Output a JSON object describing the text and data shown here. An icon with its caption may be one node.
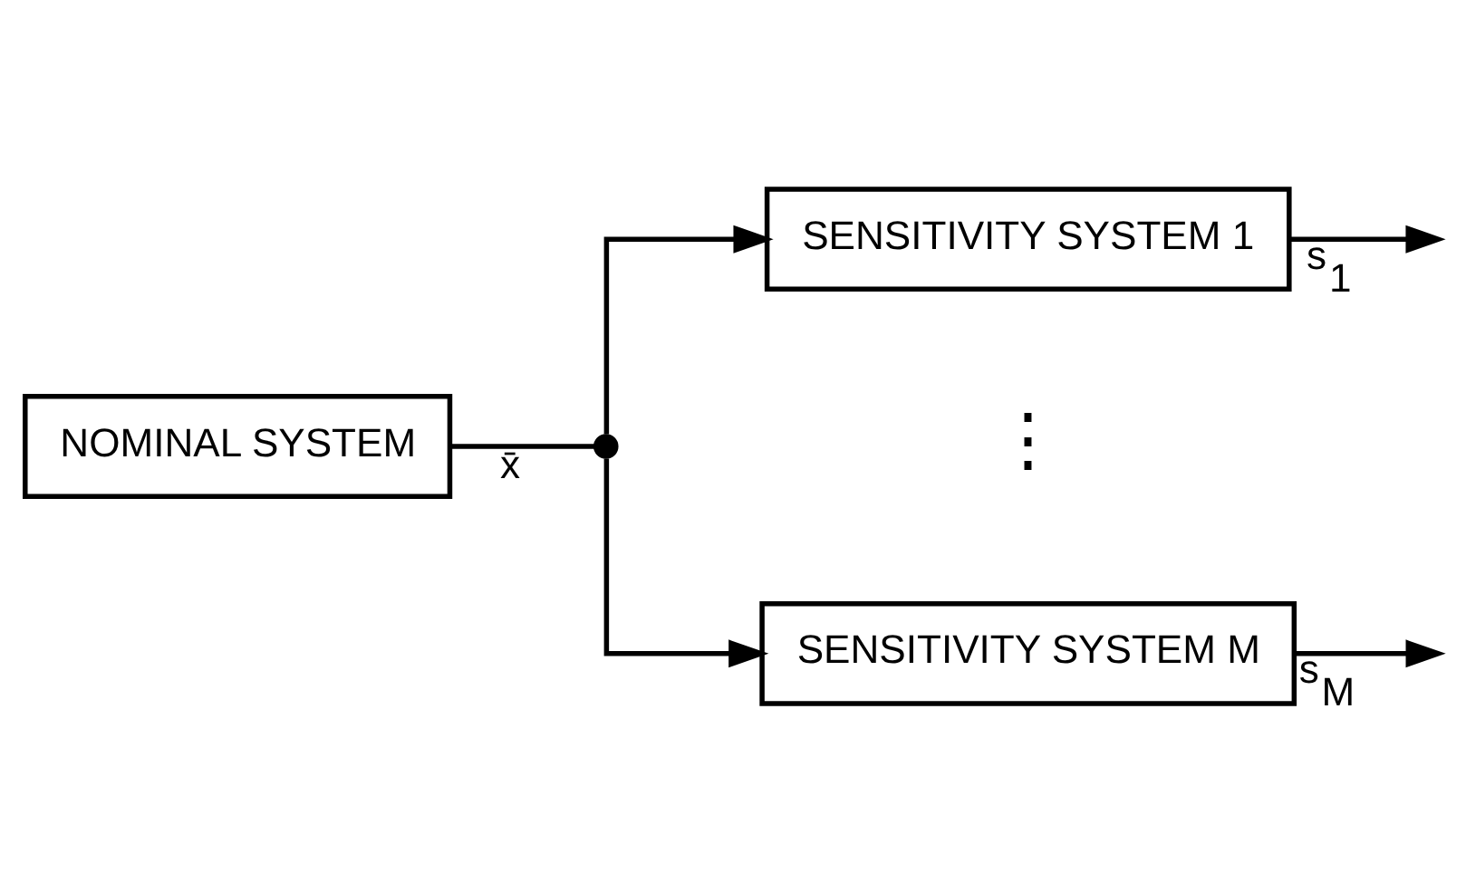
{
  "diagram": {
    "nodes": [
      {
        "text": [
          "NOMINAL SYSTEM"
        ]
      },
      {
        "text": [],
        "shape": "circle"
      },
      {
        "text": [
          "SENSITIVITY SYSTEM 1"
        ]
      },
      {
        "text": [
          "SENSITIVITY SYSTEM M"
        ]
      }
    ],
    "edges": [
      {
        "from": 0,
        "to": 1,
        "arrow": "none",
        "label": "x̄"
      },
      {
        "from": 1,
        "to": 2,
        "arrow": "to"
      },
      {
        "from": 1,
        "to": 3,
        "arrow": "to"
      },
      {
        "from": 2,
        "to": null,
        "arrow": "to",
        "label": "s$_{1}$"
      },
      {
        "from": 3,
        "to": null,
        "arrow": "to",
        "label": "s$_{M}$"
      }
    ],
    "labels": [
      "⋮"
    ]
  }
}
